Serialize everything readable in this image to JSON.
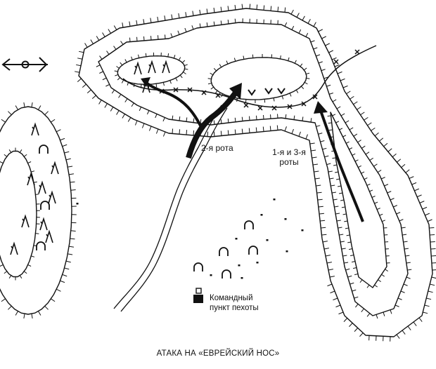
{
  "labels": {
    "company_2": "2-я рота",
    "companies_1_3_line1": "1-я и 3-я",
    "companies_1_3_line2": "роты",
    "command_post_line1": "Командный",
    "command_post_line2": "пункт пехоты"
  },
  "caption": "АТАКА НА «ЕВРЕЙСКИЙ НОС»",
  "colors": {
    "ink": "#111111",
    "background": "#ffffff"
  },
  "icons": [
    "north-arrow-icon",
    "tree-icon",
    "bunker-icon",
    "barbed-wire-icon",
    "command-post-icon",
    "attack-arrow-icon"
  ]
}
